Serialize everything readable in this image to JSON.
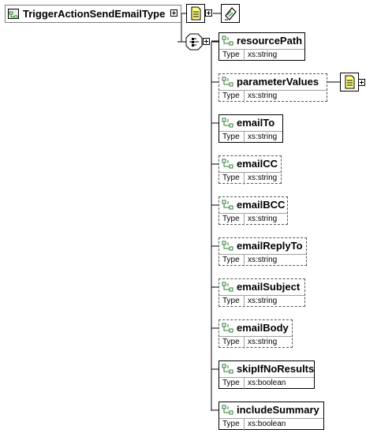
{
  "root": {
    "name": "TriggerActionSendEmailType",
    "icon": "complex-type-icon"
  },
  "root_annotation_icon": "documentation-icon",
  "root_facet_icon": "attributes-icon",
  "sequence_icon": "sequence-compositor-icon",
  "type_label": "Type",
  "elements": [
    {
      "name": "resourcePath",
      "type": "xs:string",
      "optional": false,
      "has_doc": false
    },
    {
      "name": "parameterValues",
      "type": "xs:string",
      "optional": true,
      "has_doc": true
    },
    {
      "name": "emailTo",
      "type": "xs:string",
      "optional": false,
      "has_doc": false
    },
    {
      "name": "emailCC",
      "type": "xs:string",
      "optional": true,
      "has_doc": false
    },
    {
      "name": "emailBCC",
      "type": "xs:string",
      "optional": true,
      "has_doc": false
    },
    {
      "name": "emailReplyTo",
      "type": "xs:string",
      "optional": true,
      "has_doc": false
    },
    {
      "name": "emailSubject",
      "type": "xs:string",
      "optional": true,
      "has_doc": false
    },
    {
      "name": "emailBody",
      "type": "xs:string",
      "optional": true,
      "has_doc": false
    },
    {
      "name": "skipIfNoResults",
      "type": "xs:boolean",
      "optional": false,
      "has_doc": false
    },
    {
      "name": "includeSummary",
      "type": "xs:boolean",
      "optional": false,
      "has_doc": false
    }
  ],
  "colors": {
    "doc_fill": "#ffff80",
    "icon_green": "#2e7d32",
    "border": "#000000"
  }
}
